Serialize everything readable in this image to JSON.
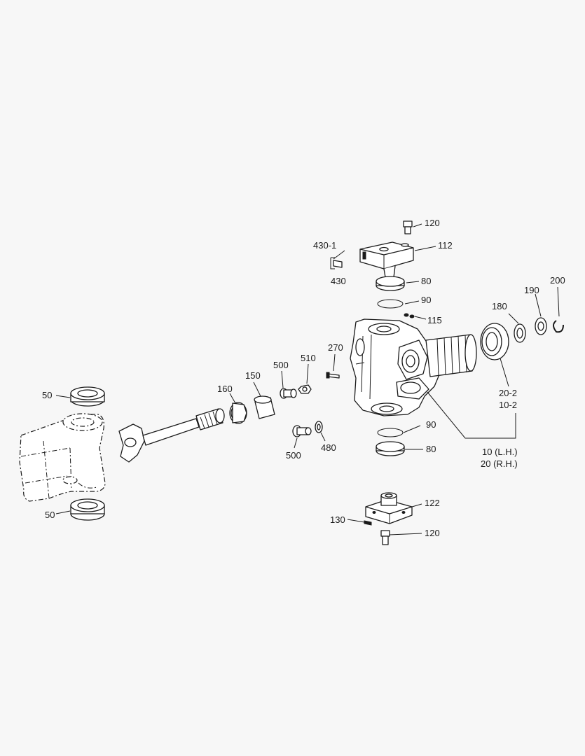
{
  "labels": {
    "l120_top": "120",
    "l112": "112",
    "l430_1": "430-1",
    "l430": "430",
    "l80_top": "80",
    "l90_top": "90",
    "l115": "115",
    "l200": "200",
    "l190": "190",
    "l180": "180",
    "l20_2": "20-2",
    "l10_2": "10-2",
    "l270": "270",
    "l500_top": "500",
    "l510": "510",
    "l150": "150",
    "l160": "160",
    "l50_top": "50",
    "l90_bot": "90",
    "l80_bot": "80",
    "l10_lh": "10 (L.H.)",
    "l20_rh": "20 (R.H.)",
    "l500_bot": "500",
    "l480": "480",
    "l50_bot": "50",
    "l122": "122",
    "l130": "130",
    "l120_bot": "120"
  }
}
